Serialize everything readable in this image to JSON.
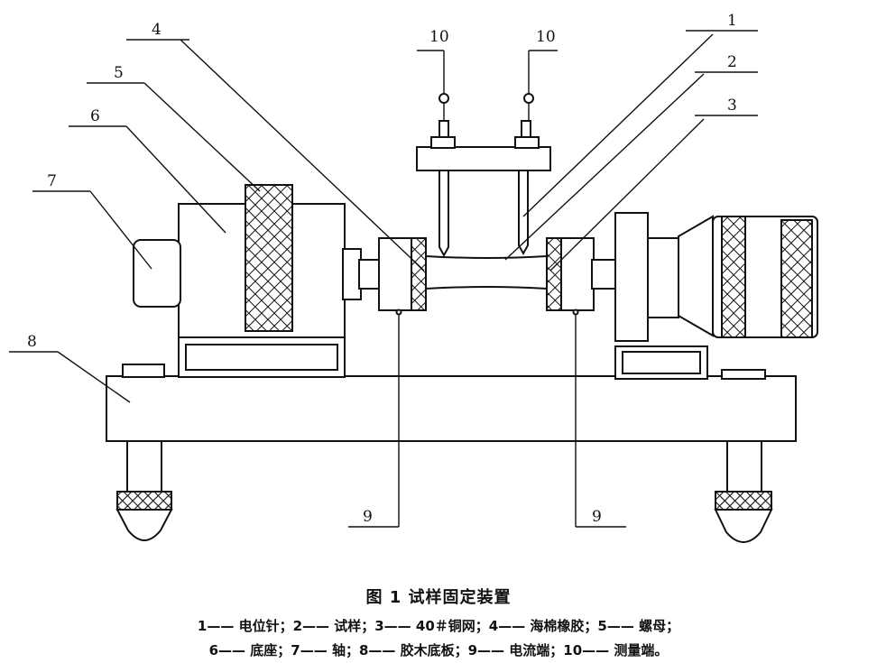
{
  "figure": {
    "title": "图 1   试样固定装置",
    "legend_line1": "1—— 电位针；2—— 试样；3—— 40＃铜网；4—— 海棉橡胶；5—— 螺母；",
    "legend_line2": "6—— 底座；7—— 轴；8—— 胶木底板；9—— 电流端；10—— 测量端。"
  },
  "labels": {
    "l1": "1",
    "l2": "2",
    "l3": "3",
    "l4": "4",
    "l5": "5",
    "l6": "6",
    "l7": "7",
    "l8": "8",
    "l9a": "9",
    "l9b": "9",
    "l10a": "10",
    "l10b": "10"
  }
}
